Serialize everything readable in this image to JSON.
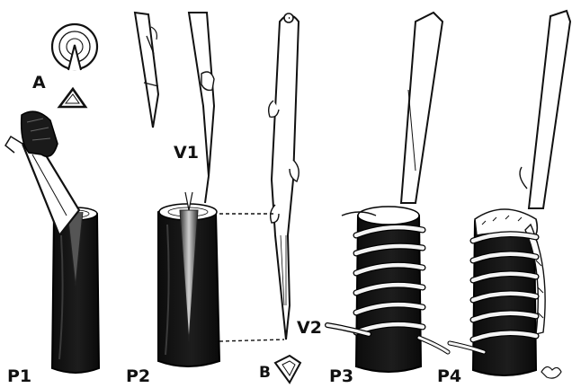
{
  "labels": {
    "A": "A",
    "B": "B",
    "V1": "V1",
    "V2": "V2",
    "P1": "P1",
    "P2": "P2",
    "P3": "P3",
    "P4": "P4"
  },
  "colors": {
    "ink": "#111111",
    "paper": "#ffffff",
    "stock": "#161616",
    "raffia": "#f4f4f4"
  }
}
